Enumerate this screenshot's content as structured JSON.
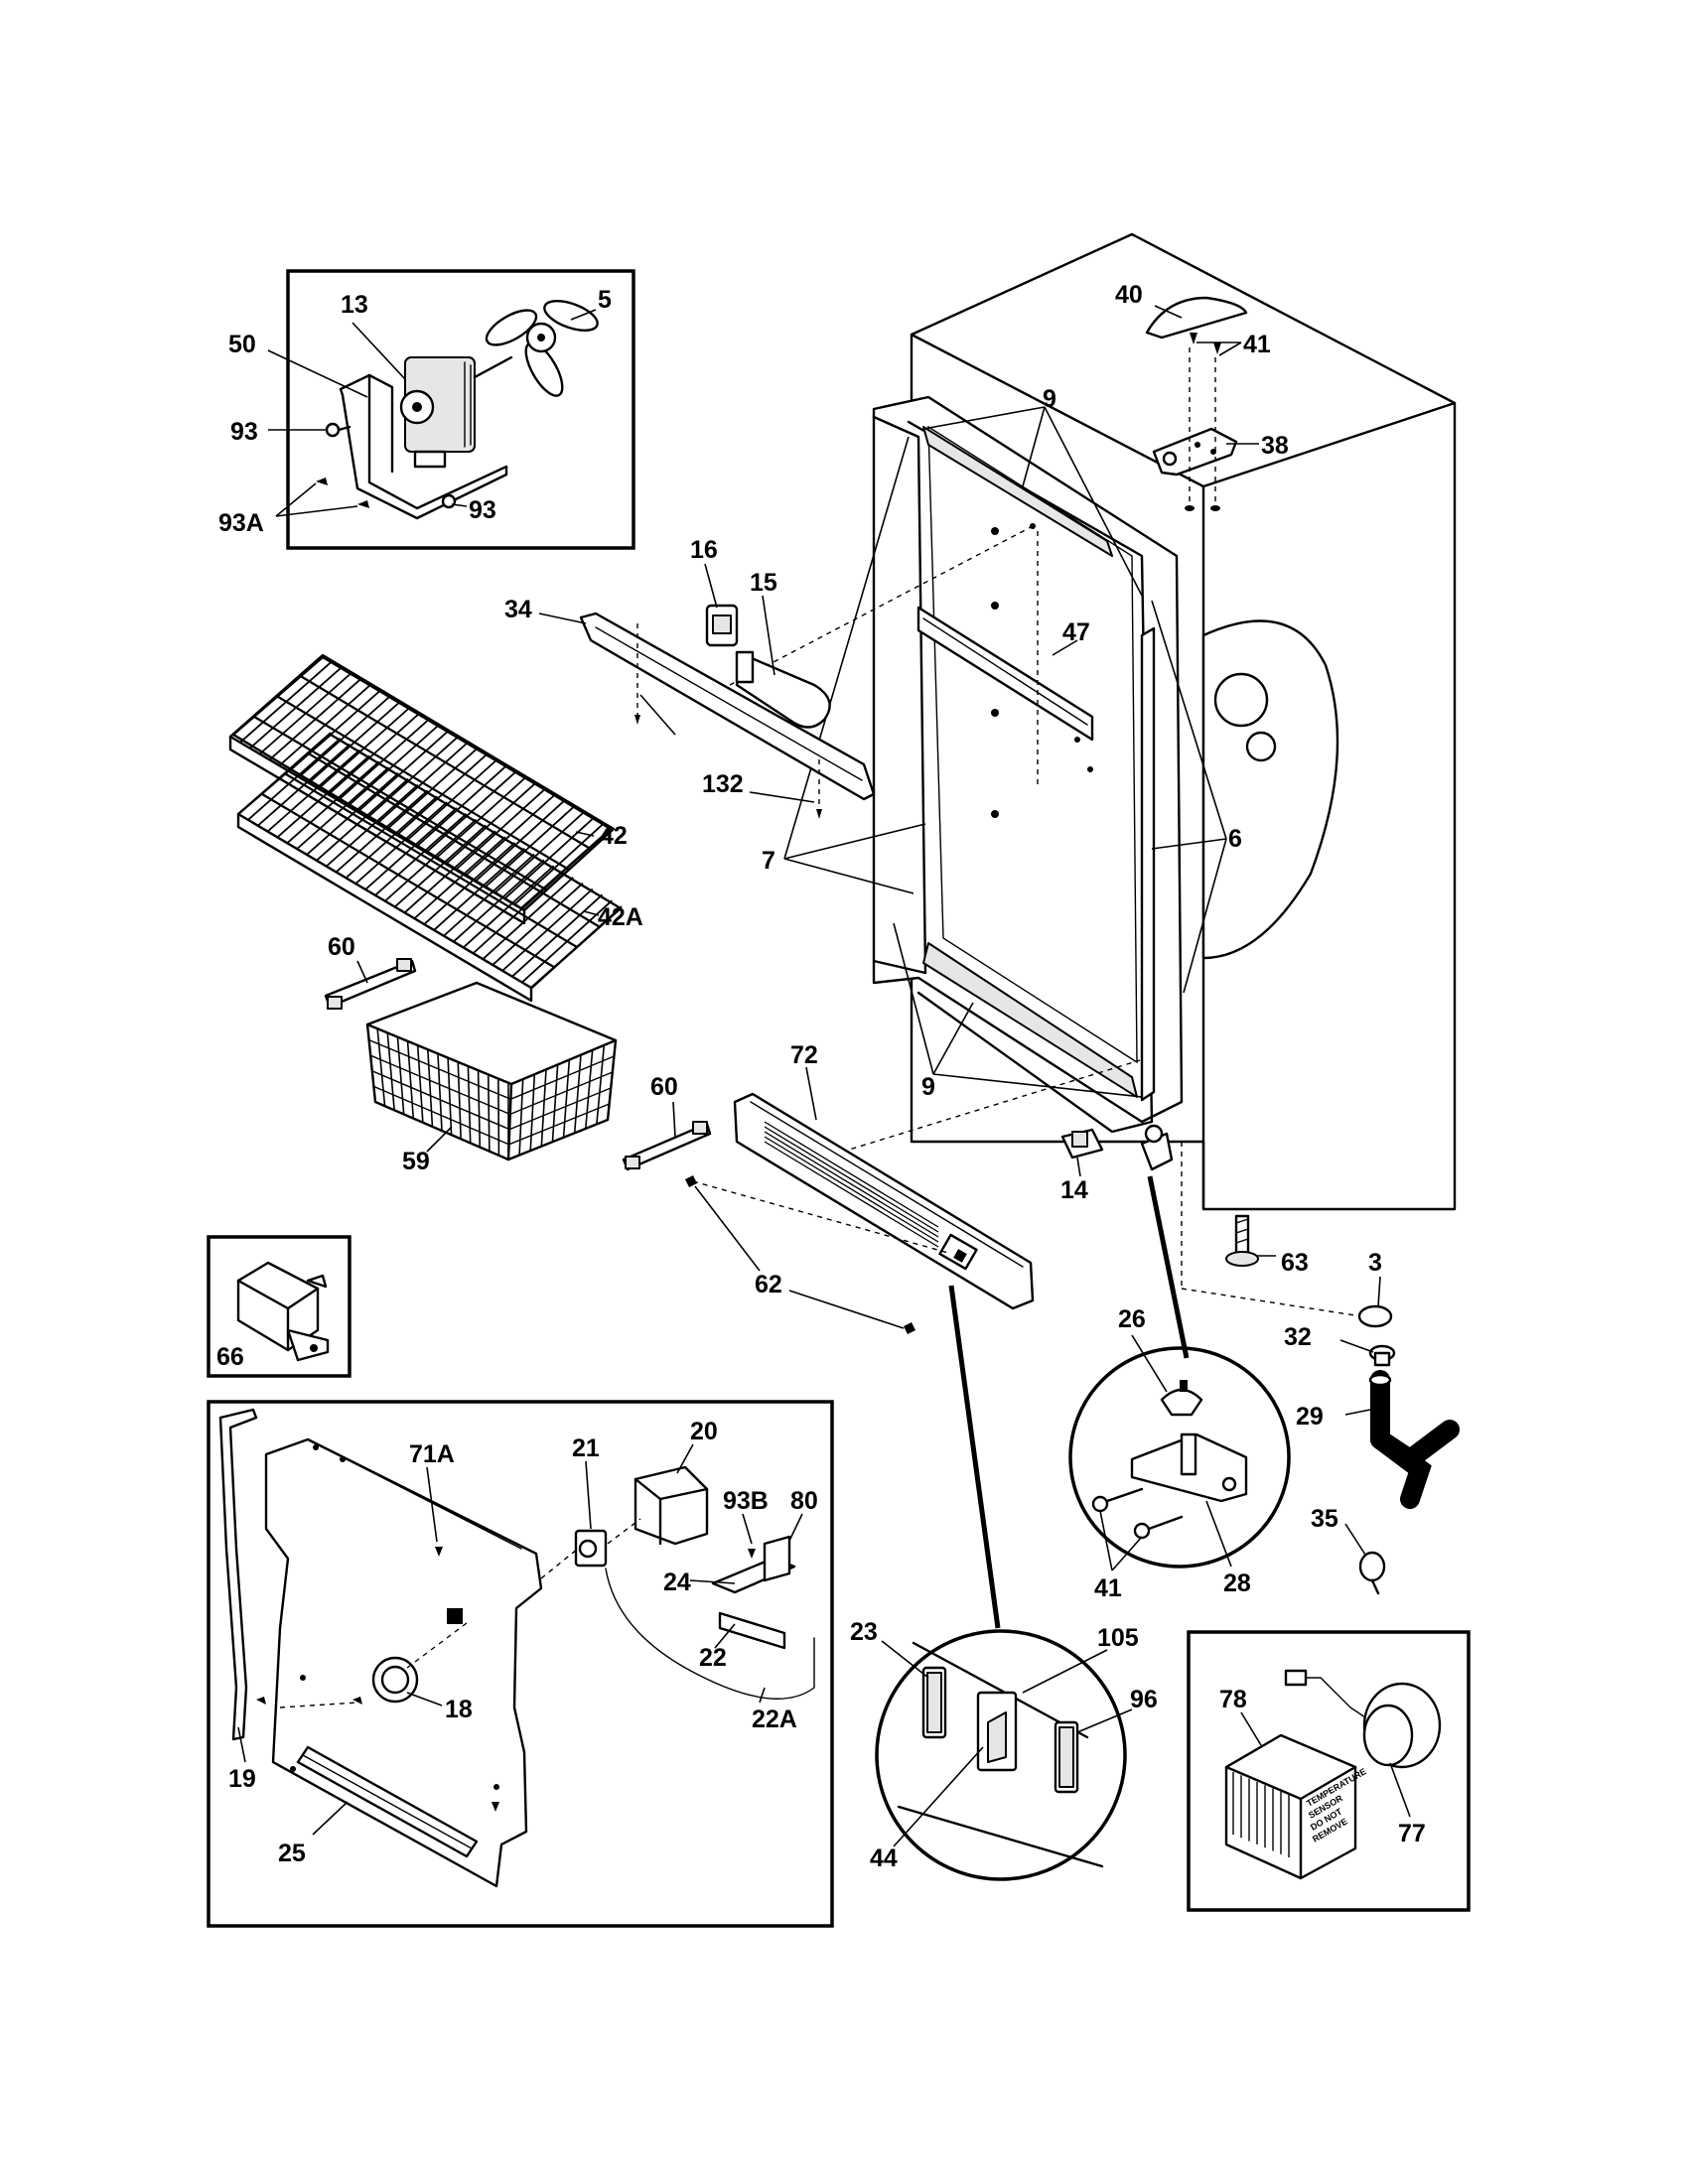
{
  "diagram": {
    "labels": {
      "l5": "5",
      "l13": "13",
      "l50": "50",
      "l93a": "93",
      "l93b": "93",
      "l93A": "93A",
      "l40": "40",
      "l41a": "41",
      "l38": "38",
      "l9a": "9",
      "l16": "16",
      "l15": "15",
      "l34": "34",
      "l47": "47",
      "l132": "132",
      "l42": "42",
      "l42A": "42A",
      "l7": "7",
      "l6": "6",
      "l60a": "60",
      "l60b": "60",
      "l59": "59",
      "l72": "72",
      "l9b": "9",
      "l14": "14",
      "l62": "62",
      "l63": "63",
      "l3": "3",
      "l32": "32",
      "l29": "29",
      "l66": "66",
      "l26": "26",
      "l41b": "41",
      "l28": "28",
      "l35": "35",
      "l71A": "71A",
      "l21": "21",
      "l20": "20",
      "l93B": "93B",
      "l80": "80",
      "l24": "24",
      "l22": "22",
      "l22A": "22A",
      "l18": "18",
      "l19": "19",
      "l25": "25",
      "l23": "23",
      "l105": "105",
      "l96": "96",
      "l44": "44",
      "l78": "78",
      "l77": "77"
    },
    "sensor_text": [
      "TEMPERATURE",
      "SENSOR",
      "DO NOT",
      "REMOVE"
    ]
  }
}
